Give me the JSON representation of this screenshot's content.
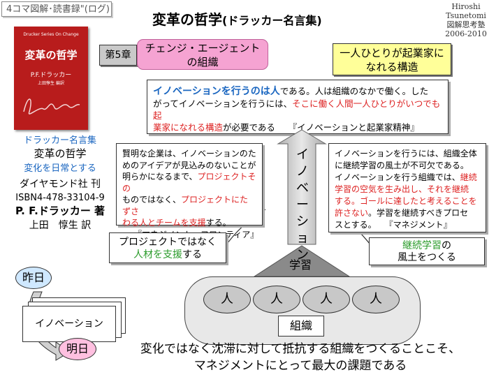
{
  "header": {
    "series_tag": "4コマ図解･読書録\"(ログ)",
    "title_main": "変革の哲学",
    "title_sub": "(ドラッカー名言集)",
    "author_lines": [
      "Hiroshi Tsunetomi",
      "図解思考塾",
      "2006-2010"
    ]
  },
  "book": {
    "cover_top": "Drucker Series On Change",
    "cover_title": "変革の哲学",
    "cover_author": "P.F.ドラッカー",
    "cover_translator": "上田惇生 編訳",
    "series": "ドラッカー名言集",
    "title": "変革の哲学",
    "subtitle": "変化を日常とする",
    "publisher": "ダイヤモンド社 刊",
    "isbn": "ISBN4-478-33104-9",
    "author": "P. F.ドラッカー 著",
    "translator": "上田　惇生 訳"
  },
  "chapter": {
    "label": "第5章",
    "title_l1": "チェンジ・エージェント",
    "title_l2": "の組織"
  },
  "structure_box": {
    "l1": "一人ひとりが起業家に",
    "l2": "なれる構造"
  },
  "main_quote": {
    "p1": "イノベーションを行うのは人",
    "p2": "である。人は組織のなかで働く。した",
    "p3": "がってイノベーションを行うには、",
    "p4": "そこに働く人間一人ひとりがいつでも起",
    "p5": "業家になれる構造",
    "p6": "が必要である　　『イノベーションと起業家精神』"
  },
  "left_quote": {
    "p1": "賢明な企業は、イノベーションのた",
    "p2": "めのアイデアが見込みのないことが",
    "p3": "明らかになるまで、",
    "p4": "プロジェクトその",
    "p5": "ものではなく、",
    "p6": "プロジェクトにたずさ",
    "p7": "わる人とチームを支援",
    "p8": "する。",
    "p9": "『マネジメント・フロンティア』"
  },
  "right_quote": {
    "p1": "イノベーションを行うには、組織全体",
    "p2": "に継続学習の風土が不可欠である。",
    "p3": "イノベーションを行う組織では、",
    "p4": "継続",
    "p5": "学習の空気を生み出し、それを継続",
    "p6": "する。",
    "p7": "ゴールに達したと考えることを",
    "p8": "許さない",
    "p9": "。学習を継続すべきプロセ",
    "p10": "スとする。　　『マネジメント』"
  },
  "project_box": {
    "l1": "プロジェクトではなく",
    "l2a": "人材を支援",
    "l2b": "する"
  },
  "culture_box": {
    "l1": "継続学習",
    "l1b": "の",
    "l2": "風土をつくる"
  },
  "arrow": {
    "vertical_label": [
      "イ",
      "ノ",
      "ベ",
      "ー",
      "シ",
      "ョ",
      "ン"
    ],
    "base_label": "学習"
  },
  "timeline": {
    "yesterday": "昨日",
    "page_label": "イノベーション",
    "tomorrow": "明日"
  },
  "organization": {
    "people": [
      "人",
      "人",
      "人",
      "人"
    ],
    "label": "組織"
  },
  "conclusion": {
    "l1": "変化ではなく沈滞に対して抵抗する組織をつくることこそ、",
    "l2": "マネジメントにとって最大の課題である"
  },
  "colors": {
    "accent_red": "#d22222",
    "accent_blue": "#1a66c0",
    "green": "#2a9b2a",
    "pink": "#f5a3d2",
    "yellow": "#ffff99",
    "book_red": "#b81c1c"
  }
}
